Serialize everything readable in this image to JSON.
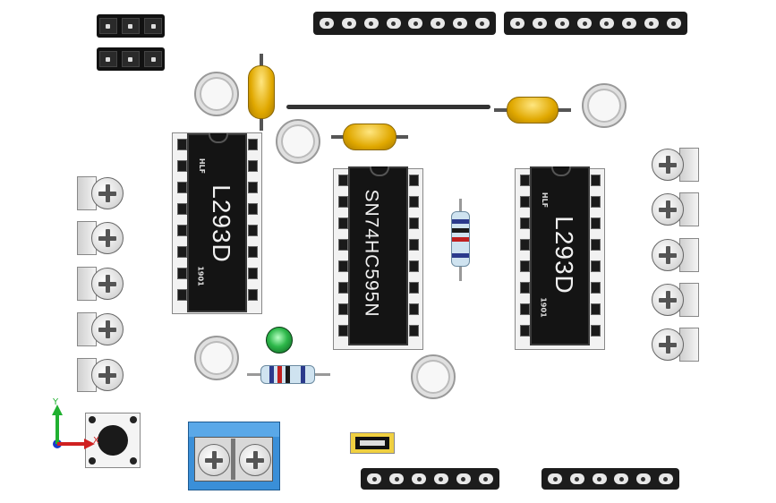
{
  "ics": {
    "left": {
      "name": "L293D",
      "mark": "HLF",
      "code": "1901"
    },
    "middle": {
      "name": "SN74HC595N"
    },
    "right": {
      "name": "L293D",
      "mark": "HLF",
      "code": "1901"
    }
  },
  "axis": {
    "y": "Y",
    "x": "X"
  },
  "colors": {
    "ic_body": "#141414",
    "capacitor": "#e0a800",
    "terminal_block": "#3a8fd8",
    "led": "#2db84a"
  }
}
